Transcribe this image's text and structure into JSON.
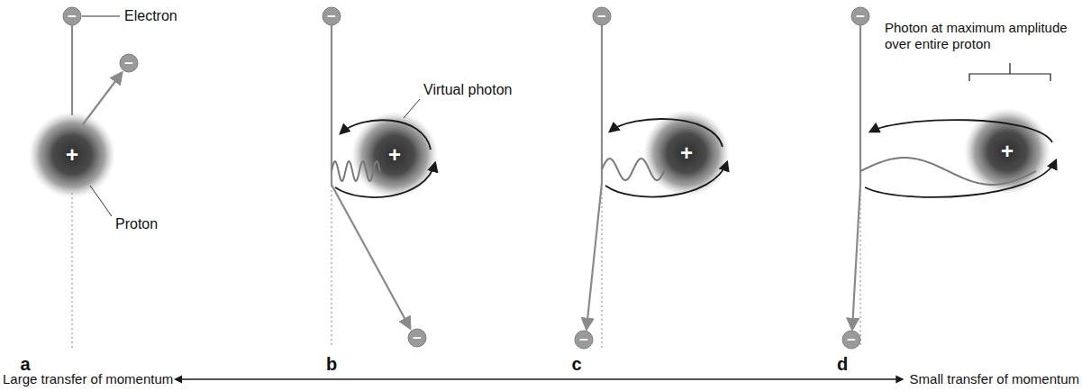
{
  "diagram": {
    "labels": [
      "Electron",
      "Proton",
      "Virtual photon",
      "Photon at maximum amplitude over entire proton",
      "a",
      "b",
      "c",
      "d",
      "Large transfer of momentum",
      "Small transfer of momentum",
      "−",
      "−",
      "+",
      "−",
      "−",
      "+",
      "−",
      "−",
      "+",
      "−",
      "−",
      "+"
    ]
  }
}
